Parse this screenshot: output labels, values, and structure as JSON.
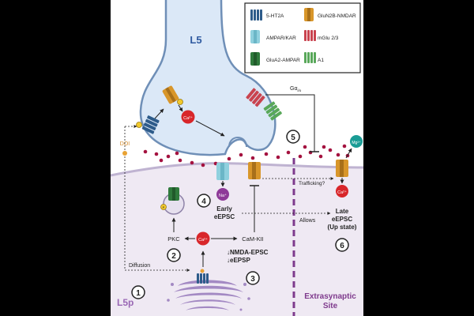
{
  "labels": {
    "l5": "L5",
    "l5p": "L5p",
    "extrasynaptic_line1": "Extrasynaptic",
    "extrasynaptic_line2": "Site",
    "doi": "DOI",
    "diffusion": "Diffusion",
    "pkc": "PKC",
    "camk": "CaM-KII",
    "ca": "Ca²⁺",
    "na": "Na⁺",
    "mg": "Mg²⁺",
    "p": "P",
    "gq": "Gα",
    "gq_sub": "i/o",
    "early_line1": "Early",
    "early_line2": "eEPSC",
    "late_line1": "Late",
    "late_line2": "eEPSC",
    "late_line3": "(Up state)",
    "allows": "Allows",
    "trafficking": "Trafficking?",
    "nmda_epsc": "↓NMDA-EPSC",
    "eepsp": "↓eEPSP"
  },
  "steps": [
    "1",
    "2",
    "3",
    "4",
    "5",
    "6"
  ],
  "legend": [
    {
      "label": "5-HT2A",
      "icon": "5ht2a-receptor-icon"
    },
    {
      "label": "GluN2B-NMDAR",
      "icon": "nmdar-icon"
    },
    {
      "label": "AMPAR/KAR",
      "icon": "ampar-kar-icon"
    },
    {
      "label": "mGlu 2/3",
      "icon": "mglu23-receptor-icon"
    },
    {
      "label": "GluA2-AMPAR",
      "icon": "glua2-ampar-icon"
    },
    {
      "label": "A1",
      "icon": "a1-receptor-icon"
    }
  ],
  "colors": {
    "spine_fill": "#dbe8f7",
    "spine_stroke": "#6f8fb7",
    "postsyn_fill": "#efe9f3",
    "membrane": "#bfb3d1",
    "l5_text": "#2f5aa0",
    "l5p_text": "#9a68b5",
    "extrasynaptic": "#7e3a8c",
    "glutamate": "#a4123f",
    "ca_red": "#d8262a",
    "ht2a_blue": "#2d5b8a",
    "nmdar_orange": "#d8962a",
    "ampar_lightblue": "#8fd0de",
    "mglu_red": "#c9434f",
    "glua2_green": "#2f7a3c",
    "a1_green": "#59a85a",
    "na_purple": "#8e3a98",
    "mg_teal": "#1a9c95"
  }
}
